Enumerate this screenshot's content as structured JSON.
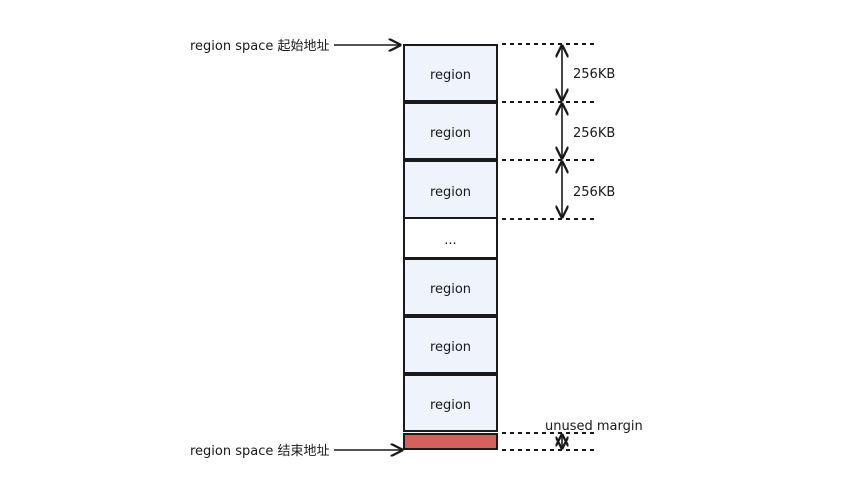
{
  "start_label": "region space 起始地址",
  "end_label": "region space 结束地址",
  "blocks": [
    "region",
    "region",
    "region",
    "...",
    "region",
    "region",
    "region"
  ],
  "sizes": [
    "256KB",
    "256KB",
    "256KB"
  ],
  "margin_label": "unused margin",
  "colors": {
    "region_fill": "#eef3fc",
    "margin_fill": "#d95f5b",
    "stroke": "#1a1a1a"
  }
}
